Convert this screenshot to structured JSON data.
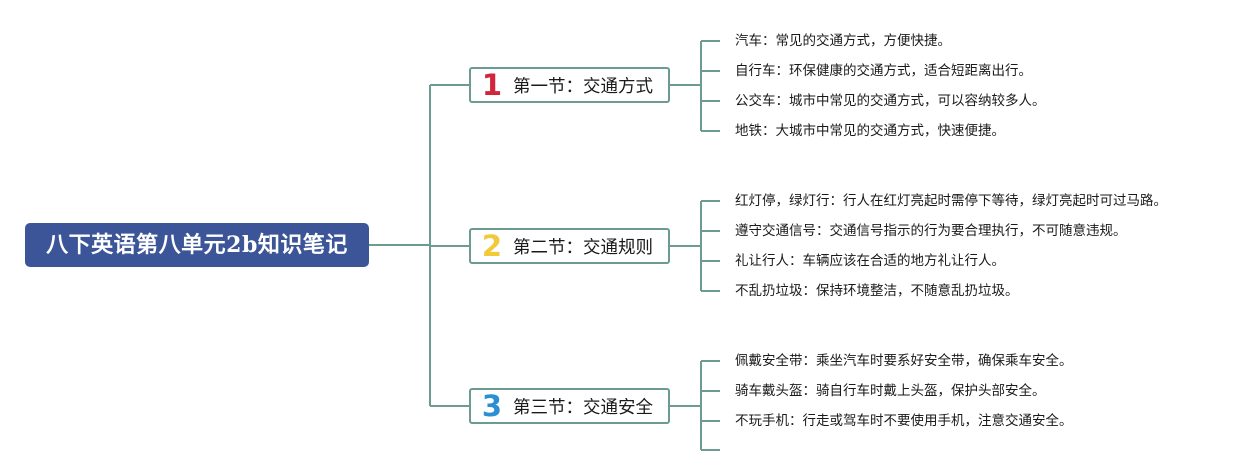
{
  "root": {
    "title": "八下英语第八单元2b知识笔记",
    "color": "#3c5598"
  },
  "line_color": "#6b9b91",
  "sections": [
    {
      "number": "1",
      "number_color": "#d0253b",
      "title": "第一节：交通方式",
      "items": [
        "汽车：常见的交通方式，方便快捷。",
        "自行车：环保健康的交通方式，适合短距离出行。",
        "公交车：城市中常见的交通方式，可以容纳较多人。",
        "地铁：大城市中常见的交通方式，快速便捷。"
      ]
    },
    {
      "number": "2",
      "number_color": "#f3c93c",
      "title": "第二节：交通规则",
      "items": [
        "红灯停，绿灯行：行人在红灯亮起时需停下等待，绿灯亮起时可过马路。",
        "遵守交通信号：交通信号指示的行为要合理执行，不可随意违规。",
        "礼让行人：车辆应该在合适的地方礼让行人。",
        "不乱扔垃圾：保持环境整洁，不随意乱扔垃圾。"
      ]
    },
    {
      "number": "3",
      "number_color": "#2d8fd3",
      "title": "第三节：交通安全",
      "items": [
        "佩戴安全带：乘坐汽车时要系好安全带，确保乘车安全。",
        "骑车戴头盔：骑自行车时戴上头盔，保护头部安全。",
        "不玩手机：行走或驾车时不要使用手机，注意交通安全。",
        ""
      ]
    }
  ]
}
